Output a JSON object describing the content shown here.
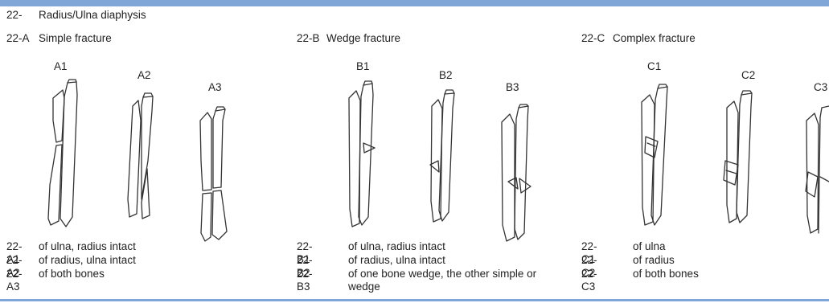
{
  "header": {
    "code": "22-",
    "title": "Radius/Ulna diaphysis"
  },
  "groups": [
    {
      "code": "22-A",
      "title": "Simple fracture",
      "figures": [
        "A1",
        "A2",
        "A3"
      ],
      "items": [
        {
          "code": "22-A1",
          "desc": "of ulna, radius intact"
        },
        {
          "code": "22-A2",
          "desc": "of radius, ulna intact"
        },
        {
          "code": "22-A3",
          "desc": "of both bones"
        }
      ]
    },
    {
      "code": "22-B",
      "title": "Wedge fracture",
      "figures": [
        "B1",
        "B2",
        "B3"
      ],
      "items": [
        {
          "code": "22-B1",
          "desc": "of ulna, radius intact"
        },
        {
          "code": "22-B2",
          "desc": "of radius, ulna intact"
        },
        {
          "code": "22-B3",
          "desc": "of one bone wedge, the other simple or wedge"
        }
      ]
    },
    {
      "code": "22-C",
      "title": "Complex fracture",
      "figures": [
        "C1",
        "C2",
        "C3"
      ],
      "items": [
        {
          "code": "22-C1",
          "desc": "of ulna"
        },
        {
          "code": "22-C2",
          "desc": "of radius"
        },
        {
          "code": "22-C3",
          "desc": "of both bones"
        }
      ]
    }
  ]
}
